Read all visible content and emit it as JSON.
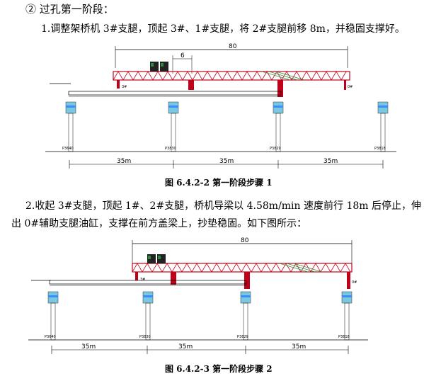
{
  "stage_heading": "② 过孔第一阶段：",
  "step1_text": "1.调整架桥机 3#支腿，顶起 3#、1#支腿，将 2#支腿前移 8m，并稳固支撑好。",
  "step2_line1": "2.收起 3#支腿，顶起 1#、2#支腿，桥机导梁以 4.58m/min 速度前行 18m 后停止，伸",
  "step2_line2": "出 0#辅助支腿油缸，支撑在前方盖梁上，抄垫稳固。如下图所示：",
  "figure1": {
    "caption": "图 6.4.2-2  第一阶段步骤 1",
    "dim_total": "80",
    "dim_short": "6",
    "spans": [
      "35m",
      "35m",
      "35m"
    ],
    "pier_labels": [
      "P3640",
      "P3830",
      "P3829",
      "P3818"
    ],
    "leg_labels": [
      "3#",
      "0#"
    ]
  },
  "figure2": {
    "caption": "图 6.4.2-3  第一阶段步骤 2",
    "dim_total": "80",
    "spans": [
      "35m",
      "35m",
      "35m"
    ],
    "pier_labels": [
      "P3640",
      "P3830",
      "P3829",
      "P3818"
    ],
    "leg_labels": [
      "3#",
      "0#"
    ]
  },
  "colors": {
    "truss": "#c0001a",
    "truss_green": "#2a8a3a",
    "pier": "#7ac8e0",
    "pier_band": "#3a8cff",
    "ink": "#000000"
  }
}
